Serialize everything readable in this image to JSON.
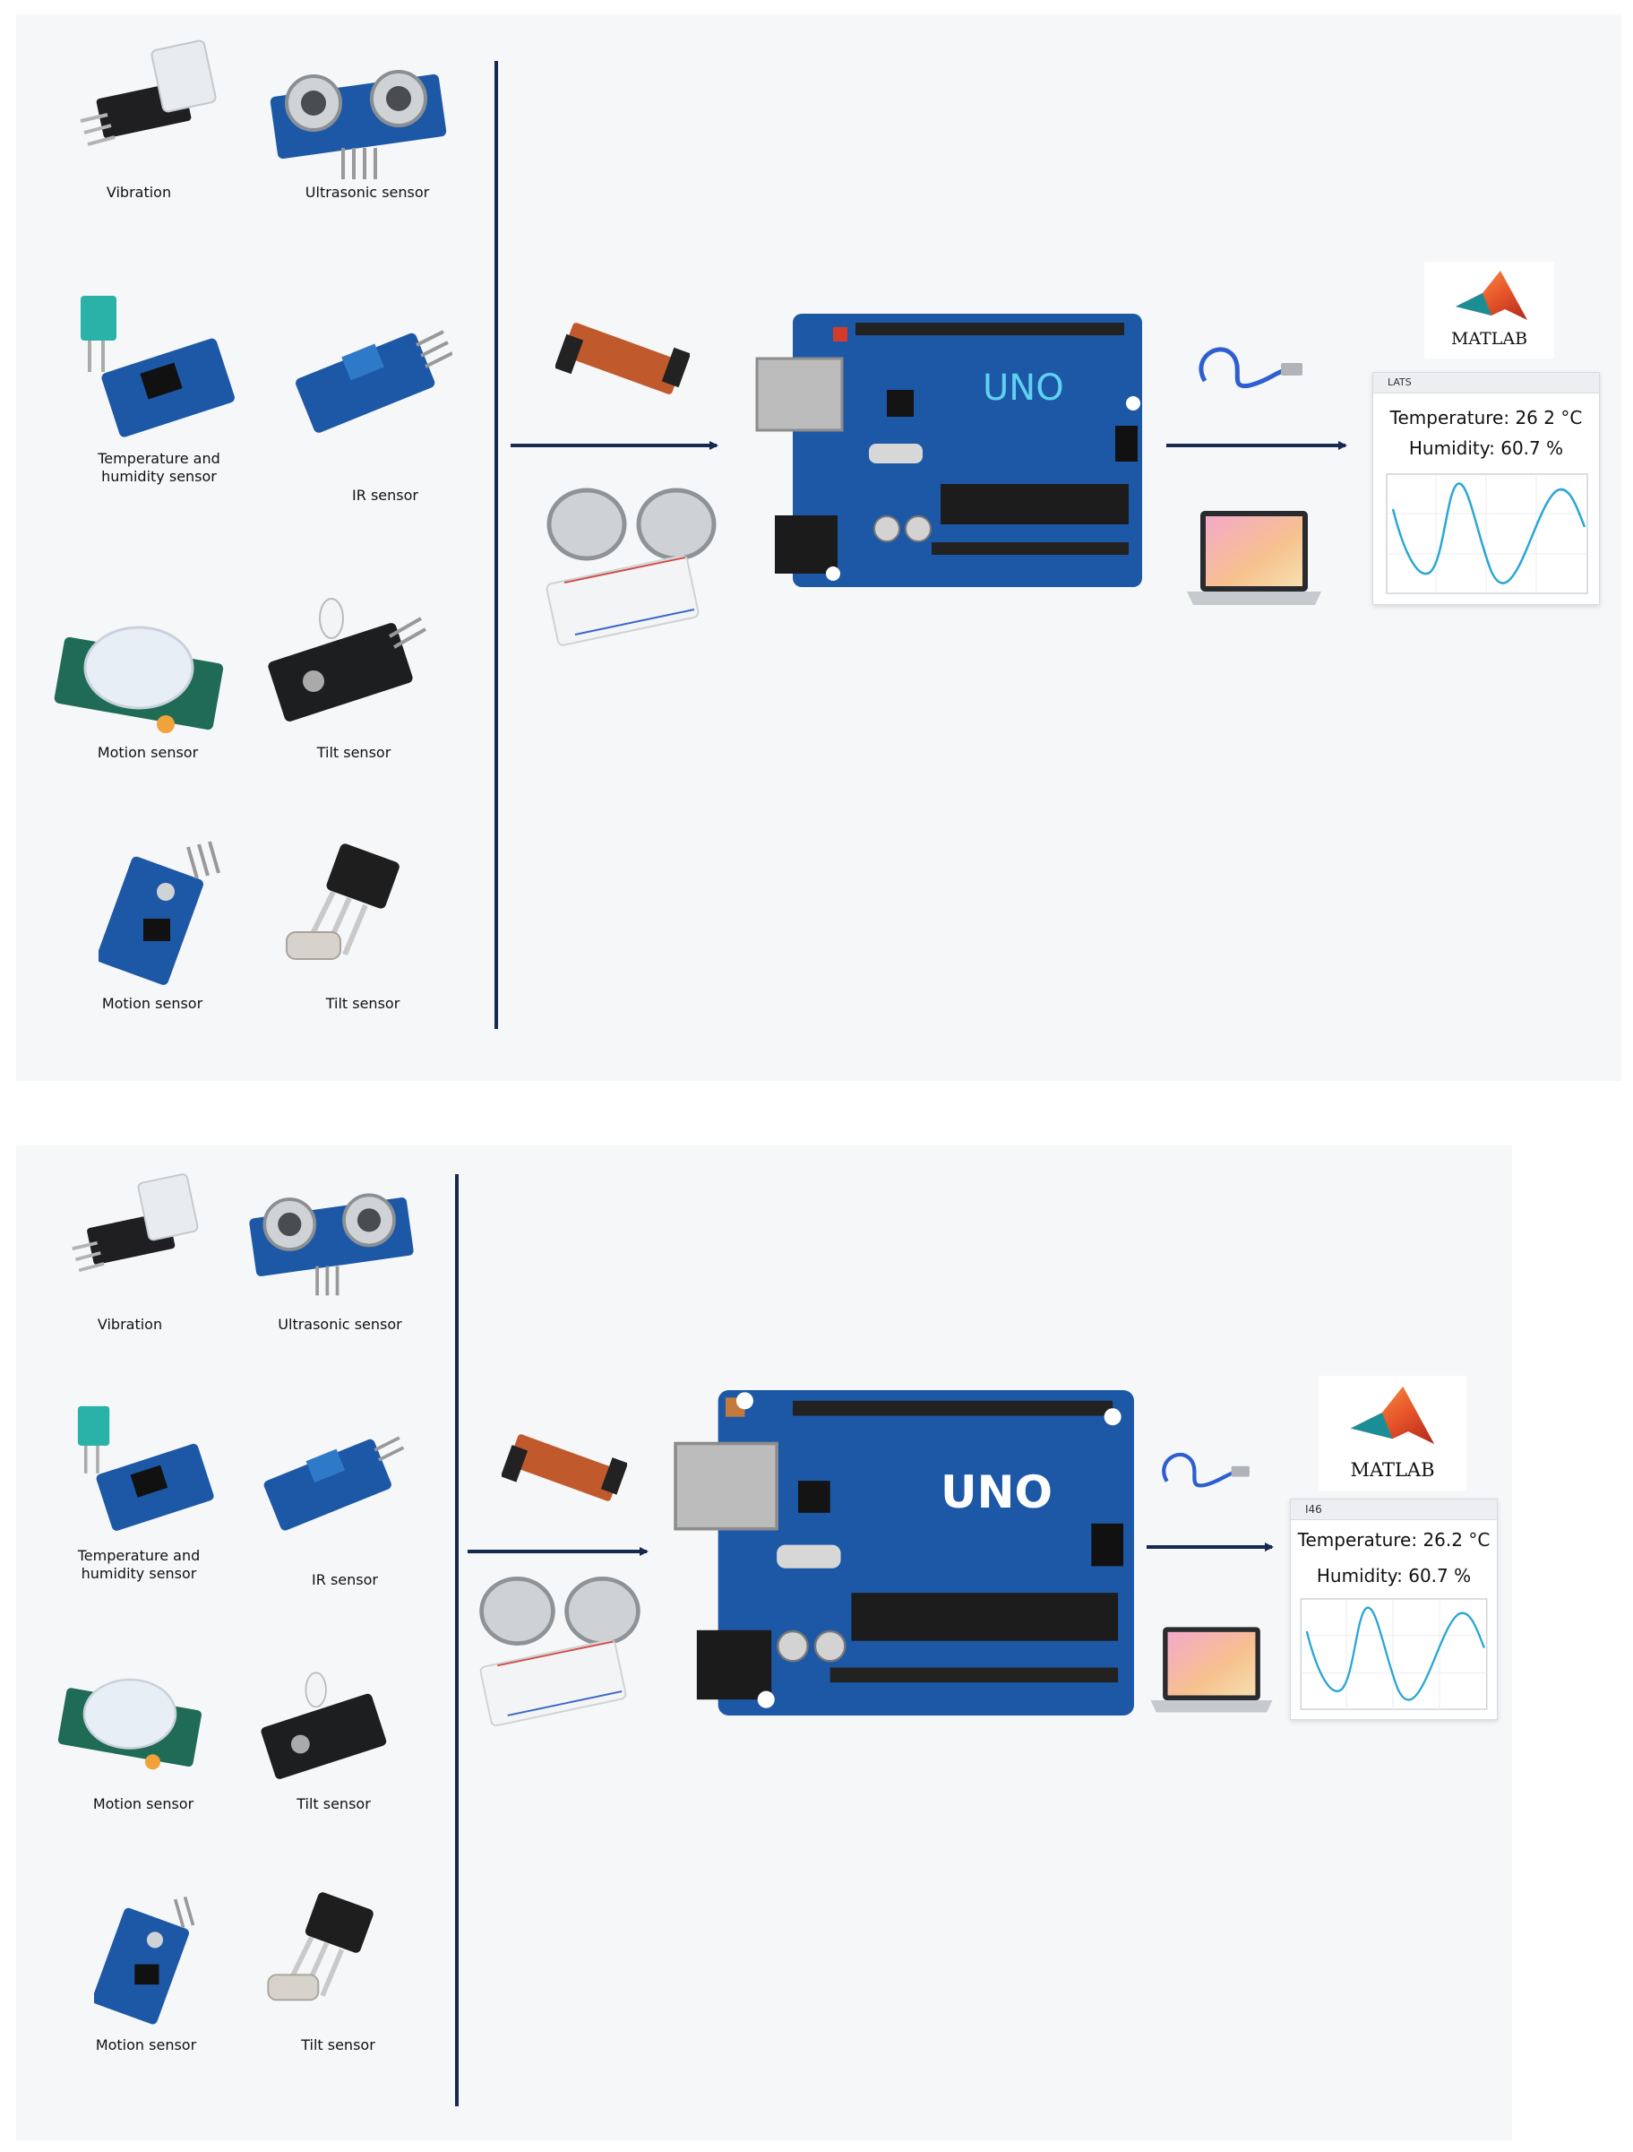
{
  "colors": {
    "line": "#16294f",
    "board": "#1d58a7",
    "signal": "#2aa6d6"
  },
  "panels": [
    {
      "sensors": [
        {
          "label": "Vibration",
          "icon": "vibration-sensor"
        },
        {
          "label": "Ultrasonic sensor",
          "icon": "ultrasonic-sensor"
        },
        {
          "label": "Temperature and\nhumidity sensor",
          "icon": "temperature-humidity-sensor"
        },
        {
          "label": "IR sensor",
          "icon": "ir-sensor"
        },
        {
          "label": "Motion sensor",
          "icon": "motion-sensor"
        },
        {
          "label": "Tilt sensor",
          "icon": "tilt-sensor"
        },
        {
          "label": "Motion sensor",
          "icon": "motion-sensor-module"
        },
        {
          "label": "Tilt sensor",
          "icon": "tilt-switch"
        }
      ],
      "board_label": "UNO",
      "matlab_label": "MATLAB",
      "display": {
        "header": "LATS",
        "temperature": "Temperature: 26 2 °C",
        "humidity": "Humidity: 60.7 %"
      }
    },
    {
      "sensors": [
        {
          "label": "Vibration",
          "icon": "vibration-sensor"
        },
        {
          "label": "Ultrasonic sensor",
          "icon": "ultrasonic-sensor"
        },
        {
          "label": "Temperature and\nhumidity sensor",
          "icon": "temperature-humidity-sensor"
        },
        {
          "label": "IR sensor",
          "icon": "ir-sensor"
        },
        {
          "label": "Motion sensor",
          "icon": "motion-sensor"
        },
        {
          "label": "Tilt sensor",
          "icon": "tilt-sensor"
        },
        {
          "label": "Motion sensor",
          "icon": "motion-sensor-module"
        },
        {
          "label": "Tilt sensor",
          "icon": "tilt-switch"
        }
      ],
      "board_label": "UNO",
      "matlab_label": "MATLAB",
      "display": {
        "header": "I46",
        "temperature": "Temperature: 26.2 °C",
        "humidity": "Humidity: 60.7 %"
      }
    }
  ]
}
